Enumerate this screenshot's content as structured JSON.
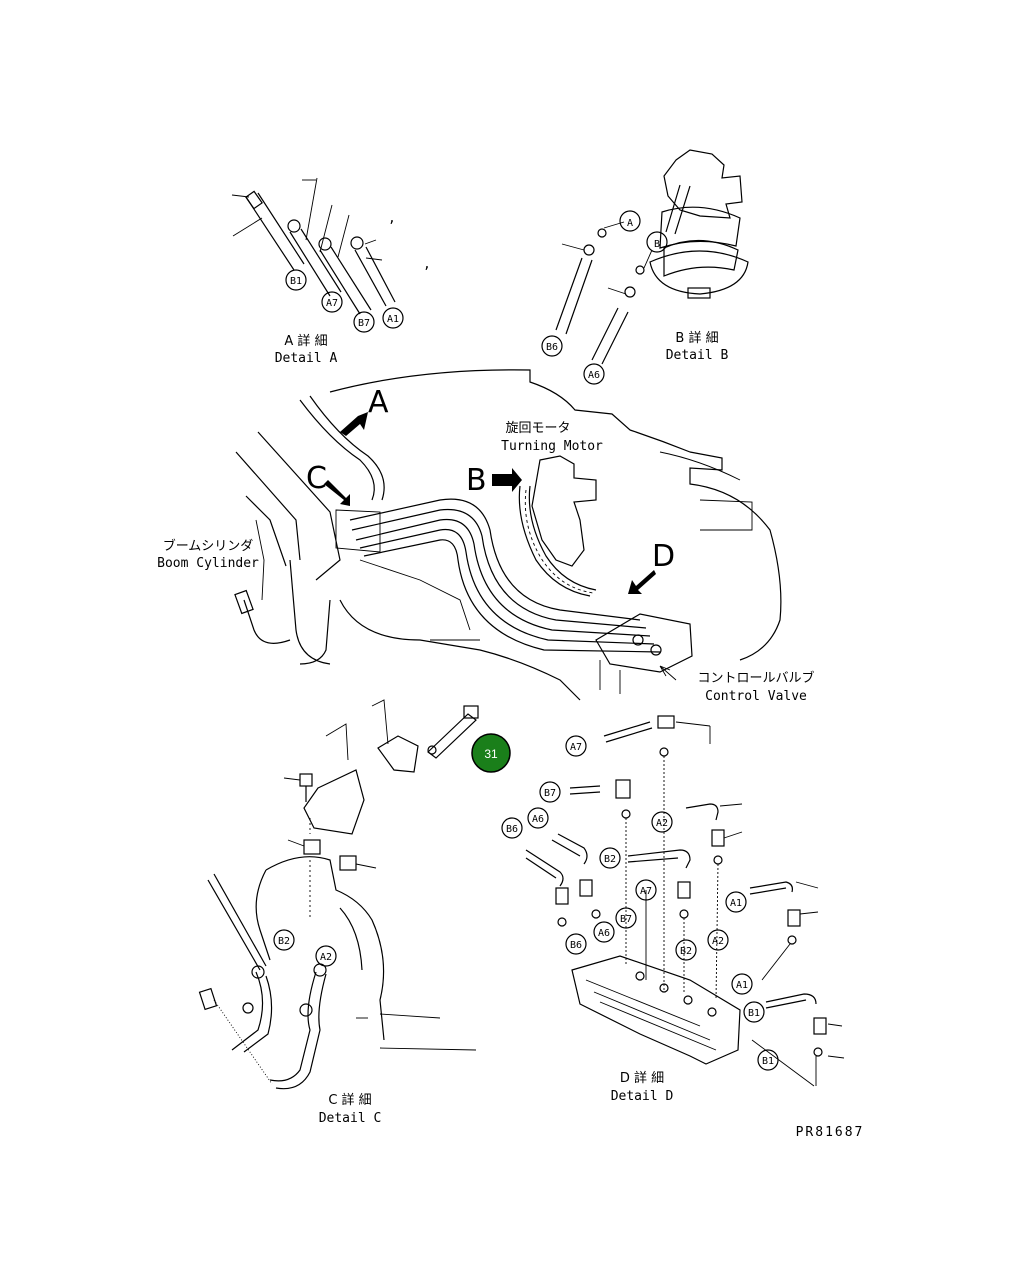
{
  "detail_a": {
    "title_jp": "A 詳 細",
    "title_en": "Detail A"
  },
  "detail_b": {
    "title_jp": "B 詳 細",
    "title_en": "Detail B"
  },
  "detail_c": {
    "title_jp": "C 詳 細",
    "title_en": "Detail C"
  },
  "detail_d": {
    "title_jp": "D 詳 細",
    "title_en": "Detail D"
  },
  "callouts": {
    "turning_motor_jp": "旋回モータ",
    "turning_motor_en": "Turning Motor",
    "boom_cylinder_jp": "ブームシリンダ",
    "boom_cylinder_en": "Boom Cylinder",
    "control_valve_jp": "コントロールバルブ",
    "control_valve_en": "Control Valve"
  },
  "view_letters": {
    "a": "A",
    "b": "B",
    "c": "C",
    "d": "D"
  },
  "port_tags": {
    "b1": "B1",
    "a7": "A7",
    "b7": "B7",
    "a1": "A1",
    "a": "A",
    "b": "B",
    "b6": "B6",
    "a6": "A6",
    "a2": "A2",
    "b2": "B2"
  },
  "reference_badge": {
    "number": "31",
    "color": "#1a7f1a"
  },
  "drawing_code": "PR81687"
}
